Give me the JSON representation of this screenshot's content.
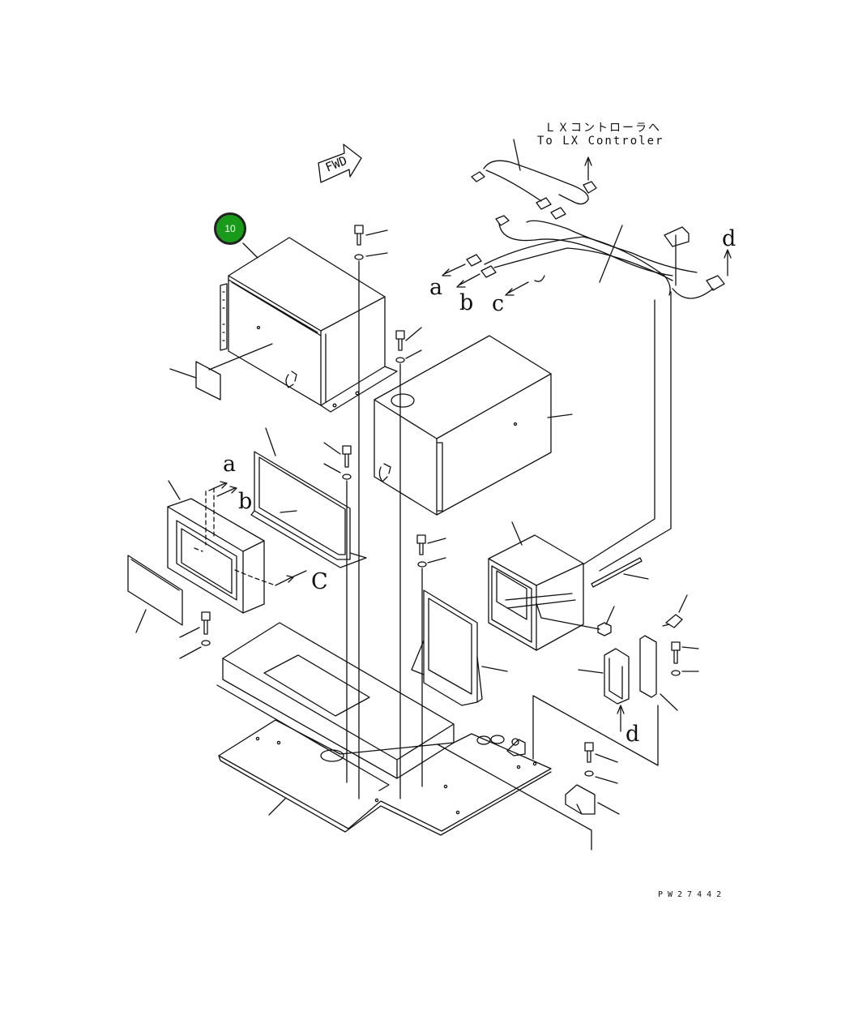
{
  "callout": {
    "number": "10"
  },
  "labels": {
    "fwd": "FWD",
    "to_controller_jp": "ＬＸコントローラへ",
    "to_controller_en": "To LX Controler",
    "connector_a": "a",
    "connector_b": "b",
    "connector_c": "c",
    "connector_d": "d",
    "panel_a": "a",
    "panel_b": "b",
    "panel_c": "C",
    "lower_d": "d",
    "figure_number": "PW27442"
  },
  "colors": {
    "line": "#111111",
    "callout": "#1a9a1a"
  }
}
